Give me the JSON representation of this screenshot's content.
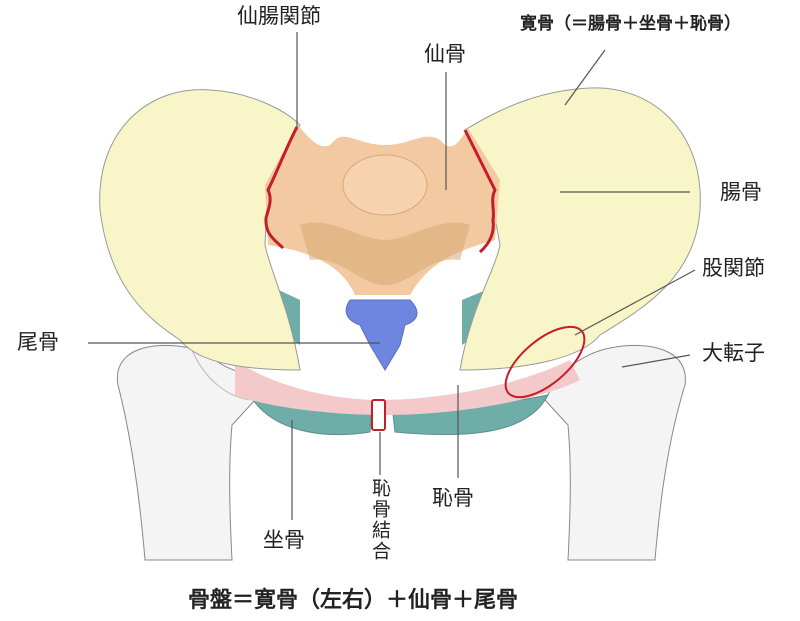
{
  "labels": {
    "sacroiliac_joint": "仙腸関節",
    "sacrum": "仙骨",
    "hip_bone": "寛骨（＝腸骨＋坐骨＋恥骨）",
    "ilium": "腸骨",
    "hip_joint": "股関節",
    "greater_trochanter": "大転子",
    "coccyx": "尾骨",
    "ischium": "坐骨",
    "pubic_symphysis": "恥骨結合",
    "pubis": "恥骨"
  },
  "formula": "骨盤＝寛骨（左右）＋仙骨＋尾骨",
  "colors": {
    "ilium": "#f8f5c8",
    "sacrum": "#f2c9a0",
    "sacrum_shade": "#d9a877",
    "coccyx": "#6f86e0",
    "pubis": "#f4c9c9",
    "ischium": "#6fada8",
    "femur": "#f2f2f2",
    "joint_outline": "#c41e2a",
    "leader_line": "#555555"
  }
}
